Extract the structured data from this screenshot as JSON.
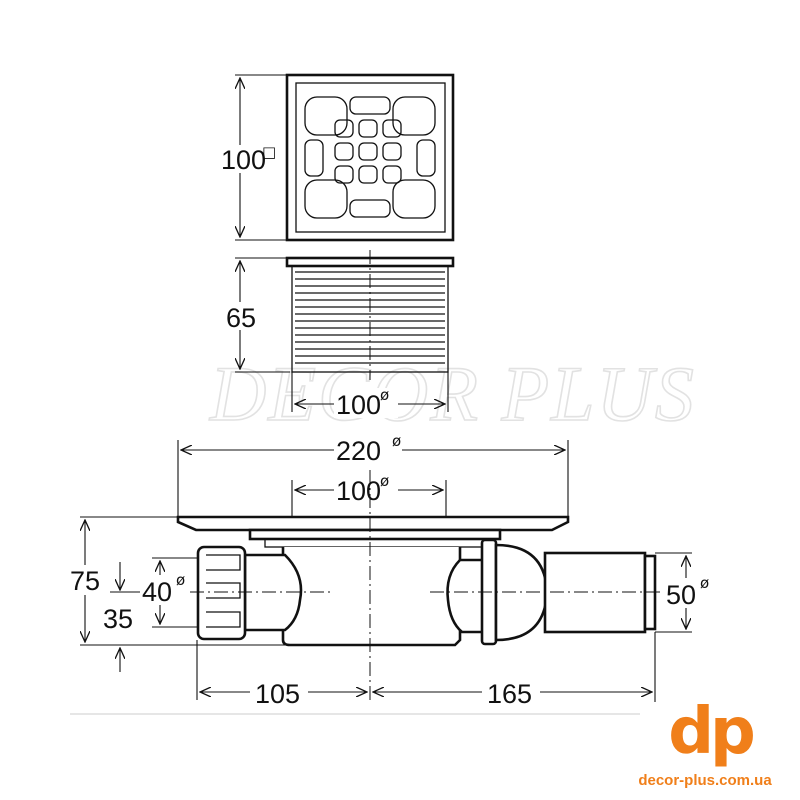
{
  "drawing": {
    "diameter_symbol": "ø",
    "top_view": {
      "width_label": "100",
      "shape_symbol": "□"
    },
    "side_view": {
      "height_label": "65",
      "diameter_label": "100"
    },
    "section_view": {
      "flange_diameter_label": "220",
      "inner_diameter_label": "100",
      "total_height_label": "75",
      "outlet_height_label": "35",
      "inlet_diameter_label": "40",
      "outlet_diameter_label": "50",
      "left_length_label": "105",
      "right_length_label": "165"
    }
  },
  "watermark": "DECOR PLUS",
  "logo": {
    "mark": "dp",
    "url": "decor-plus.com.ua",
    "color": "#f07f1a"
  }
}
